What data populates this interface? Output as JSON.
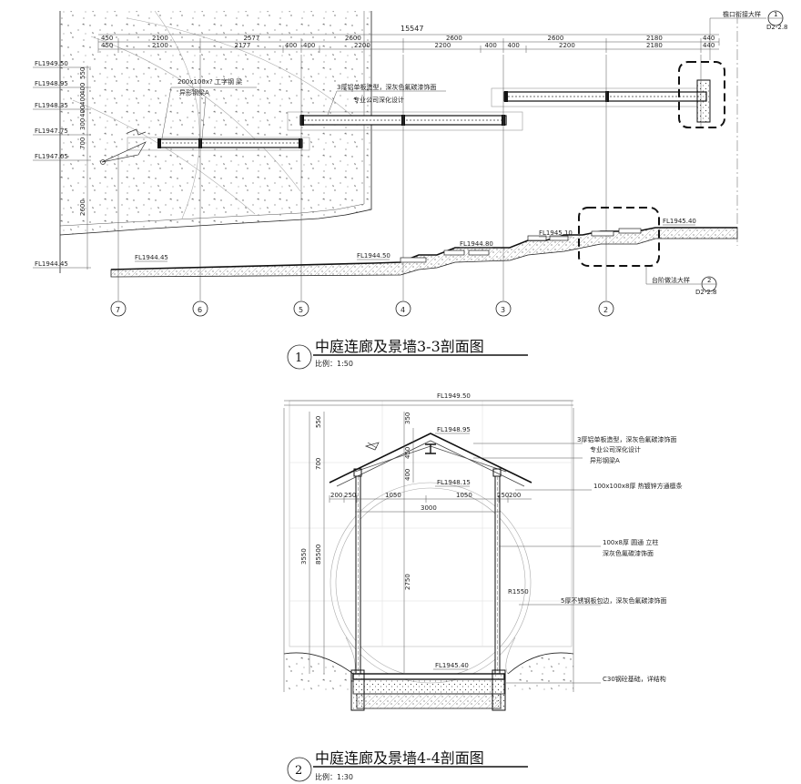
{
  "section1": {
    "number": "1",
    "title": "中庭连廊及景墙3-3剖面图",
    "scale": "比例：1:50",
    "total_dim": "15547",
    "dim_row1": [
      "450",
      "2100",
      "2577",
      "2600",
      "2600",
      "2600",
      "2180",
      "440"
    ],
    "dim_row2": [
      "450",
      "2100",
      "2177",
      "400",
      "400",
      "2200",
      "2200",
      "400",
      "400",
      "2200",
      "2180",
      "440"
    ],
    "left_dims": [
      "550",
      "400",
      "400",
      "400",
      "300",
      "700",
      "2600"
    ],
    "levels": [
      "FL1949.50",
      "FL1948.95",
      "FL1948.35",
      "FL1947.75",
      "FL1947.05",
      "FL1944.45"
    ],
    "ground_levels": [
      "FL1944.45",
      "FL1944.50",
      "FL1944.80",
      "FL1945.10",
      "FL1945.40"
    ],
    "notes": {
      "beam": "200x100x? 工字钢 梁",
      "beam_sub": "异形钢梁A",
      "panel": "3厚铝单板造型，深灰色氟碳漆饰面",
      "panel_sub": "专业公司深化设计",
      "detail1": "檐口衔接大样",
      "detail2": "台阶做法大样"
    },
    "ref1": {
      "num": "1",
      "sheet": "D2-2.8"
    },
    "ref2": {
      "num": "2",
      "sheet": "D2-2.8"
    },
    "axes": [
      "7",
      "6",
      "5",
      "4",
      "3",
      "2"
    ]
  },
  "section2": {
    "number": "2",
    "title": "中庭连廊及景墙4-4剖面图",
    "scale": "比例：1:30",
    "top_level": "FL1949.50",
    "ridge_level": "FL1948.95",
    "eave_level": "FL1948.15",
    "floor_level": "FL1945.40",
    "dims_left_top": "550",
    "dims_left_mid": "700",
    "dims_left_total": "3550",
    "dims_left_b": "85500",
    "dims_inner_top": "350",
    "dims_inner_450": "450",
    "dims_inner_400": "400",
    "dims_height": "2750",
    "radius": "R1550",
    "dim_row": [
      "200",
      "250",
      "1050",
      "1050",
      "250",
      "200"
    ],
    "dim_span": "3000",
    "notes": [
      "3厚铝单板造型，深灰色氟碳漆饰面",
      "专业公司深化设计",
      "异形钢梁A",
      "100x100x8厚  热镀锌方通檩条",
      "100x8厚  圆通  立柱",
      "深灰色氟碳漆饰面",
      "5厚不锈钢板包边，深灰色氟碳漆饰面",
      "C30钢砼基础，详结构"
    ]
  }
}
